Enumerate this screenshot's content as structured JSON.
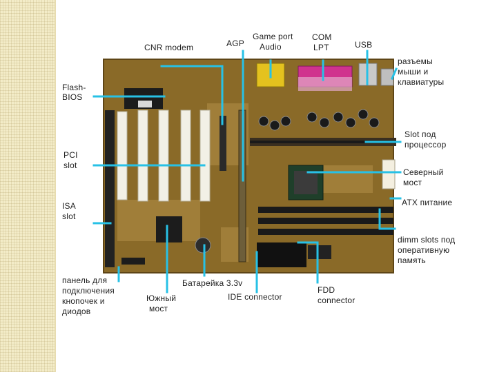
{
  "labels": {
    "cnr_modem": "CNR modem",
    "agp": "AGP",
    "game_port": "Game port",
    "audio": "Audio",
    "com": "COM",
    "lpt": "LPT",
    "usb": "USB",
    "mouse_kb_1": "разъемы",
    "mouse_kb_2": "мыши и",
    "mouse_kb_3": "клавиатуры",
    "flash_bios_1": "Flash-",
    "flash_bios_2": "BIOS",
    "cpu_slot_1": "Slot под",
    "cpu_slot_2": "процессор",
    "pci_1": "PCI",
    "pci_2": "slot",
    "north_bridge_1": "Северный",
    "north_bridge_2": "мост",
    "atx_power": "ATX питание",
    "isa_1": "ISA",
    "isa_2": "slot",
    "dimm_1": "dimm slots под",
    "dimm_2": "оперативную",
    "dimm_3": "память",
    "panel_1": "панель для",
    "panel_2": "подключения",
    "panel_3": "кнопочек и",
    "panel_4": "диодов",
    "south_bridge_1": "Южный",
    "south_bridge_2": "мост",
    "battery": "Батарейка 3.3v",
    "ide": "IDE connector",
    "fdd_1": "FDD",
    "fdd_2": "connector"
  },
  "colors": {
    "pcb": "#8a6a28",
    "pcb_dark": "#5e4516",
    "leader": "#27c1e6",
    "slot_white": "#f2f0e6",
    "dimm_black": "#1a1a1a",
    "lpt_magenta": "#d0338e",
    "game_yellow": "#e4c21e"
  },
  "icons": [
    "motherboard-photo"
  ]
}
